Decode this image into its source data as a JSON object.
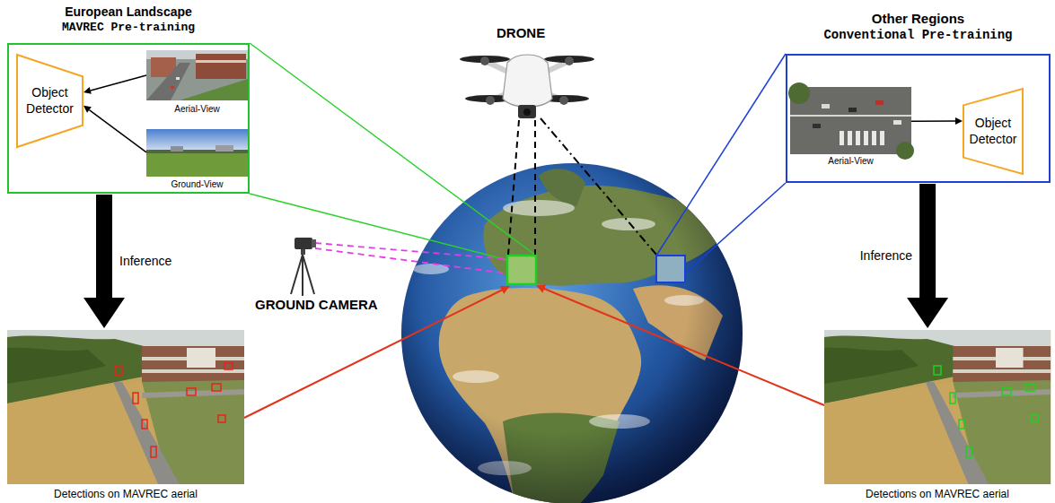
{
  "diagram": {
    "nodes": [
      {
        "text": [
          "European Landscape",
          "MAVREC Pre-training"
        ]
      },
      {
        "text": [
          "Object Detector"
        ],
        "in": 0
      },
      {
        "text": [
          "Aerial-View"
        ],
        "in": 0
      },
      {
        "text": [
          "Ground-View"
        ],
        "in": 0
      },
      {
        "text": [
          "Detections on MAVREC aerial"
        ]
      },
      {
        "text": [
          "Other Regions",
          "Conventional Pre-training"
        ]
      },
      {
        "text": [
          "Aerial-View"
        ],
        "in": 5
      },
      {
        "text": [
          "Object Detector"
        ],
        "in": 5
      },
      {
        "text": [
          "Detections on MAVREC aerial"
        ]
      }
    ],
    "edges": [
      {
        "from": 2,
        "to": 1,
        "arrow": "to"
      },
      {
        "from": 3,
        "to": 1,
        "arrow": "to"
      },
      {
        "from": 0,
        "to": 4,
        "label": "Inference",
        "arrow": "to"
      },
      {
        "from": 6,
        "to": 7,
        "arrow": "to"
      },
      {
        "from": 5,
        "to": 8,
        "label": "Inference",
        "arrow": "to"
      }
    ],
    "labels": [
      "DRONE",
      "GROUND CAMERA"
    ]
  }
}
